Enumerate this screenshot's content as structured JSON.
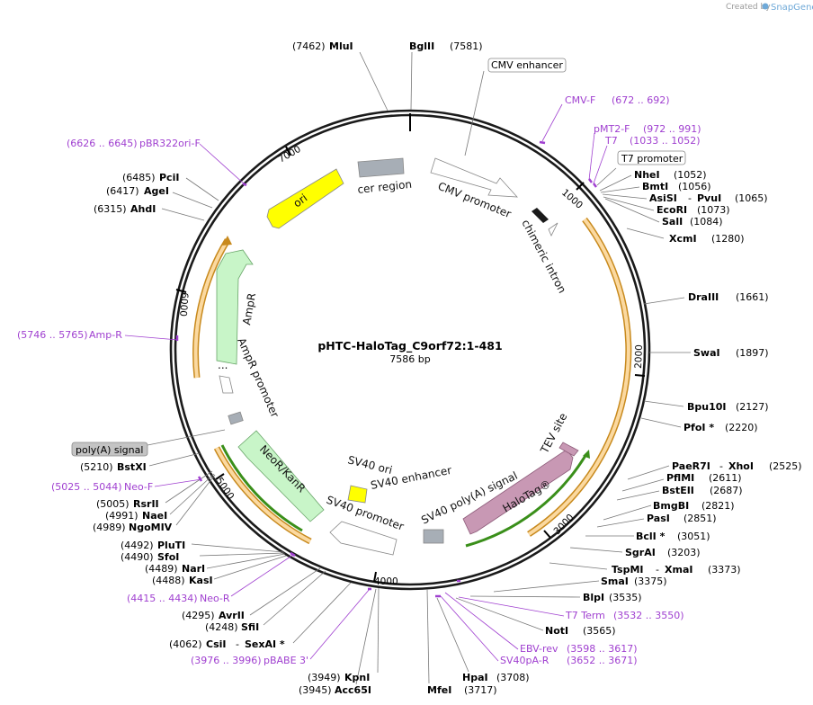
{
  "credit": {
    "prefix": "Created by",
    "brand": "SnapGene"
  },
  "plasmid": {
    "name": "pHTC-HaloTag_C9orf72:1-481",
    "length": "7586 bp"
  },
  "ticks": [
    "1000",
    "2000",
    "3000",
    "4000",
    "5000",
    "6000",
    "7000"
  ],
  "enzymes_top_left": [
    {
      "pos": "(7462)",
      "name": "MluI"
    },
    {
      "pos": "(7581)",
      "name": "BglII"
    },
    {
      "pos": "(6485)",
      "name": "PciI"
    },
    {
      "pos": "(6417)",
      "name": "AgeI"
    },
    {
      "pos": "(6315)",
      "name": "AhdI"
    }
  ],
  "enzymes_right": [
    {
      "name": "NheI",
      "pos": "(1052)"
    },
    {
      "name": "BmtI",
      "pos": "(1056)"
    },
    {
      "name": "AsiSI",
      "name2": "PvuI",
      "pos": "(1065)"
    },
    {
      "name": "EcoRI",
      "pos": "(1073)"
    },
    {
      "name": "SalI",
      "pos": "(1084)"
    },
    {
      "name": "XcmI",
      "pos": "(1280)"
    },
    {
      "name": "DraIII",
      "pos": "(1661)"
    },
    {
      "name": "SwaI",
      "pos": "(1897)"
    },
    {
      "name": "Bpu10I",
      "pos": "(2127)"
    },
    {
      "name": "PfoI *",
      "pos": "(2220)"
    },
    {
      "name": "PaeR7I",
      "name2": "XhoI",
      "pos": "(2525)"
    },
    {
      "name": "PflMI",
      "pos": "(2611)"
    },
    {
      "name": "BstEII",
      "pos": "(2687)"
    },
    {
      "name": "BmgBI",
      "pos": "(2821)"
    },
    {
      "name": "PasI",
      "pos": "(2851)"
    },
    {
      "name": "BclI *",
      "pos": "(3051)"
    },
    {
      "name": "SgrAI",
      "pos": "(3203)"
    },
    {
      "name": "TspMI",
      "name2": "XmaI",
      "pos": "(3373)"
    },
    {
      "name": "SmaI",
      "pos": "(3375)"
    },
    {
      "name": "BlpI",
      "pos": "(3535)"
    },
    {
      "name": "NotI",
      "pos": "(3565)"
    }
  ],
  "enzymes_bottom": [
    {
      "pos": "(3949)",
      "name": "KpnI"
    },
    {
      "pos": "(3945)",
      "name": "Acc65I"
    },
    {
      "name": "MfeI",
      "pos": "(3717)"
    },
    {
      "name": "HpaI",
      "pos": "(3708)"
    }
  ],
  "enzymes_left": [
    {
      "pos": "(5210)",
      "name": "BstXI"
    },
    {
      "pos": "(5005)",
      "name": "RsrII"
    },
    {
      "pos": "(4991)",
      "name": "NaeI"
    },
    {
      "pos": "(4989)",
      "name": "NgoMIV"
    },
    {
      "pos": "(4492)",
      "name": "PluTI"
    },
    {
      "pos": "(4490)",
      "name": "SfoI"
    },
    {
      "pos": "(4489)",
      "name": "NarI"
    },
    {
      "pos": "(4488)",
      "name": "KasI"
    },
    {
      "pos": "(4295)",
      "name": "AvrII"
    },
    {
      "pos": "(4248)",
      "name": "SfiI"
    },
    {
      "pos": "(4062)",
      "name": "CsiI",
      "name2": "SexAI *"
    }
  ],
  "primers": [
    {
      "name": "CMV-F",
      "range": "(672 .. 692)"
    },
    {
      "name": "pMT2-F",
      "range": "(972 .. 991)"
    },
    {
      "name": "T7",
      "range": "(1033 .. 1052)"
    },
    {
      "name": "pBR322ori-F",
      "range": "(6626 .. 6645)"
    },
    {
      "name": "Amp-R",
      "range": "(5746 .. 5765)"
    },
    {
      "name": "Neo-F",
      "range": "(5025 .. 5044)"
    },
    {
      "name": "Neo-R",
      "range": "(4415 .. 4434)"
    },
    {
      "name": "pBABE 3'",
      "range": "(3976 .. 3996)"
    },
    {
      "name": "T7 Term",
      "range": "(3532 .. 3550)"
    },
    {
      "name": "EBV-rev",
      "range": "(3598 .. 3617)"
    },
    {
      "name": "SV40pA-R",
      "range": "(3652 .. 3671)"
    }
  ],
  "boxed_features": {
    "cmv_enhancer": "CMV enhancer",
    "t7_promoter": "T7 promoter",
    "polya_signal": "poly(A) signal"
  },
  "features": {
    "cer_region": "cer region",
    "cmv_promoter": "CMV promoter",
    "chimeric_intron": "chimeric intron",
    "ori": "ori",
    "ampr": "AmpR",
    "ampr_promoter": "AmpR promoter",
    "ampr_dots": "...",
    "neor": "NeoR/KanR",
    "sv40_ori": "SV40 ori",
    "sv40_enhancer": "SV40 enhancer",
    "sv40_promoter": "SV40 promoter",
    "sv40_polya": "SV40 poly(A) signal",
    "halotag": "HaloTag®",
    "tev_site": "TEV site"
  },
  "colors": {
    "backbone": "#1a1a1a",
    "primer": "#a040d0",
    "orf_fill": "#fbd9a0",
    "orf_stroke": "#c88a1e",
    "ori_fill": "#ffff00",
    "ampr_fill": "#c8f5c8",
    "halotag_fill": "#c898b4",
    "green_orf": "#3a8f1a",
    "gray_feature": "#a7aeb6"
  }
}
